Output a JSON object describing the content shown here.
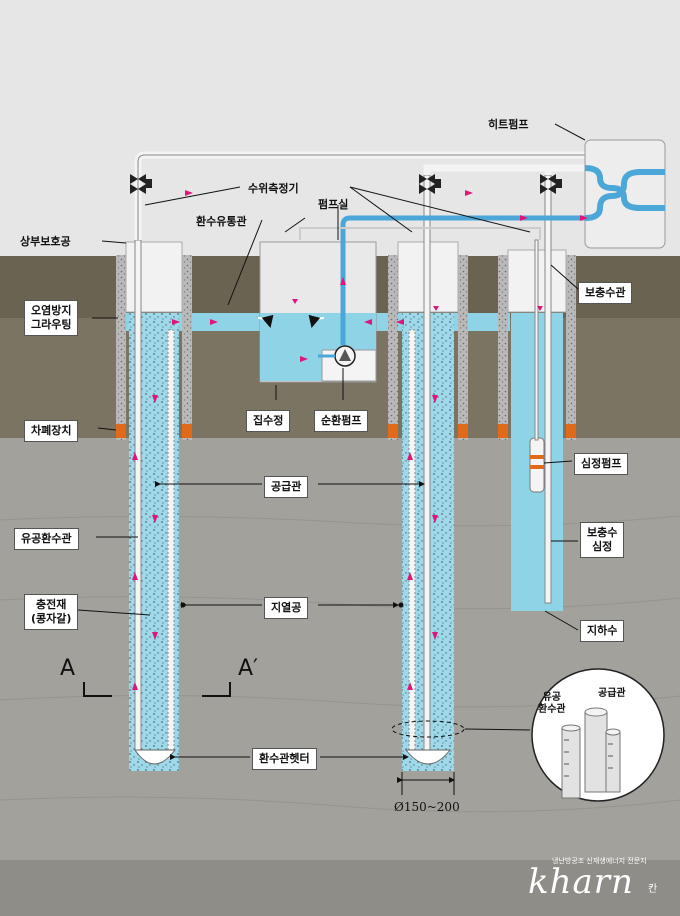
{
  "labels": {
    "heat_pump": "히트펌프",
    "water_level_gauge": "수위측정기",
    "return_pipe_channel": "환수유통관",
    "pump_room": "펌프실",
    "top_protection": "상부보호공",
    "makeup_pipe": "보충수관",
    "grouting": "오염방지\n그라우팅",
    "sump": "집수정",
    "circulation_pump": "순환펌프",
    "shutoff_device": "차폐장치",
    "submersible_pump": "심정펌프",
    "supply_pipe": "공급관",
    "perforated_return_pipe": "유공환수관",
    "makeup_well": "보충수\n심정",
    "filler": "충전재\n(콩자갈)",
    "geothermal_hole": "지열공",
    "groundwater": "지하수",
    "return_header": "환수관헷터",
    "diameter": "Ø150~200",
    "section_a": "A",
    "section_a_prime": "A′",
    "inset_return": "유공\n환수관",
    "inset_supply": "공급관"
  },
  "logo": {
    "name": "kharn",
    "suffix": "칸",
    "tagline": "냉난방공조 신재생에너지 전문지"
  },
  "colors": {
    "water": "#8fd3e6",
    "soil_top": "#6e6655",
    "soil_mid": "#7d7666",
    "bedrock": "#a3a29d",
    "arrow": "#e0157a",
    "orange": "#e06a1a",
    "pipe_blue": "#4aa7d8"
  }
}
